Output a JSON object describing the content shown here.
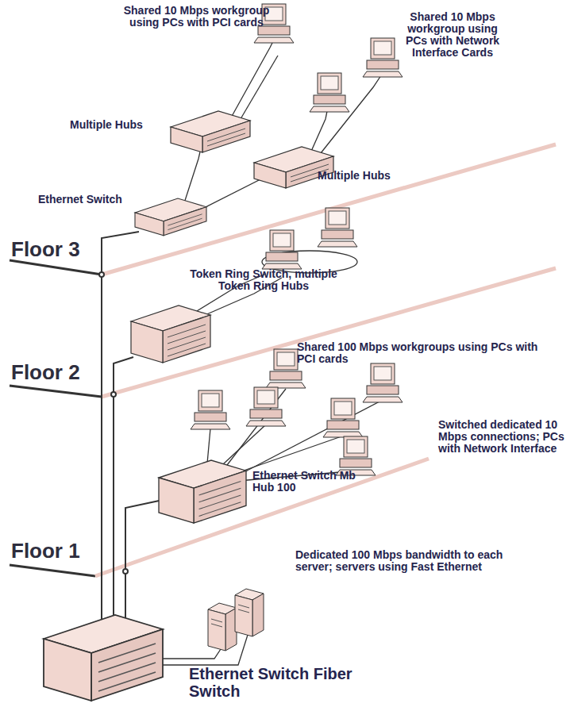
{
  "diagram": {
    "labels": [
      "Shared 10 Mbps workgroup using PCs with PCI cards",
      "Shared 10 Mbps workgroup using PCs with Network Interface Cards",
      "Multiple Hubs",
      "Multiple Hubs",
      "Ethernet Switch",
      "Floor 3",
      "Token Ring Switch, multiple Token Ring Hubs",
      "Floor 2",
      "Shared 100 Mbps workgroups using PCs with PCI cards",
      "Switched dedicated 10 Mbps connections; PCs with Network Interface",
      "Ethernet Switch Mb Hub 100",
      "Floor 1",
      "Dedicated 100 Mbps bandwidth to each server; servers using Fast Ethernet",
      "Ethernet Switch Fiber Switch"
    ]
  }
}
